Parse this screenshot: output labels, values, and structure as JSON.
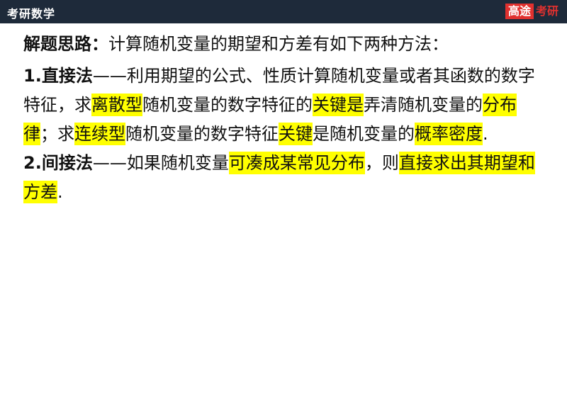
{
  "header": {
    "title": "考研数学",
    "brand_box": "高途",
    "brand_text": "考研"
  },
  "content": {
    "heading_label": "解题思路：",
    "heading_rest": "计算随机变量的期望和方差有如下两种方法：",
    "line1_bold": "1.直接法",
    "line1_rest": "——利用期望的公式、性质计算随机变量或者其函数的数字",
    "line2_a": "特征，求",
    "line2_hl1": "离散型",
    "line2_b": "随机变量的数字特征的",
    "line2_hl2": "关键是",
    "line2_c": "弄清随机变量的",
    "line2_hl3": "分布",
    "line3_hl0": "律",
    "line3_a": "；求",
    "line3_hl1": "连续型",
    "line3_b": "随机变量的数字特征",
    "line3_hl2": "关键",
    "line3_c": "是随机变量的",
    "line3_hl3": "概率密度",
    "line3_d": ".",
    "line4_bold": "2.间接法",
    "line4_a": "——如果随机变量",
    "line4_hl1": "可凑成某常见分布",
    "line4_b": "，则",
    "line4_hl2": "直接求出其期望和",
    "line5_hl1": "方差",
    "line5_a": "."
  }
}
